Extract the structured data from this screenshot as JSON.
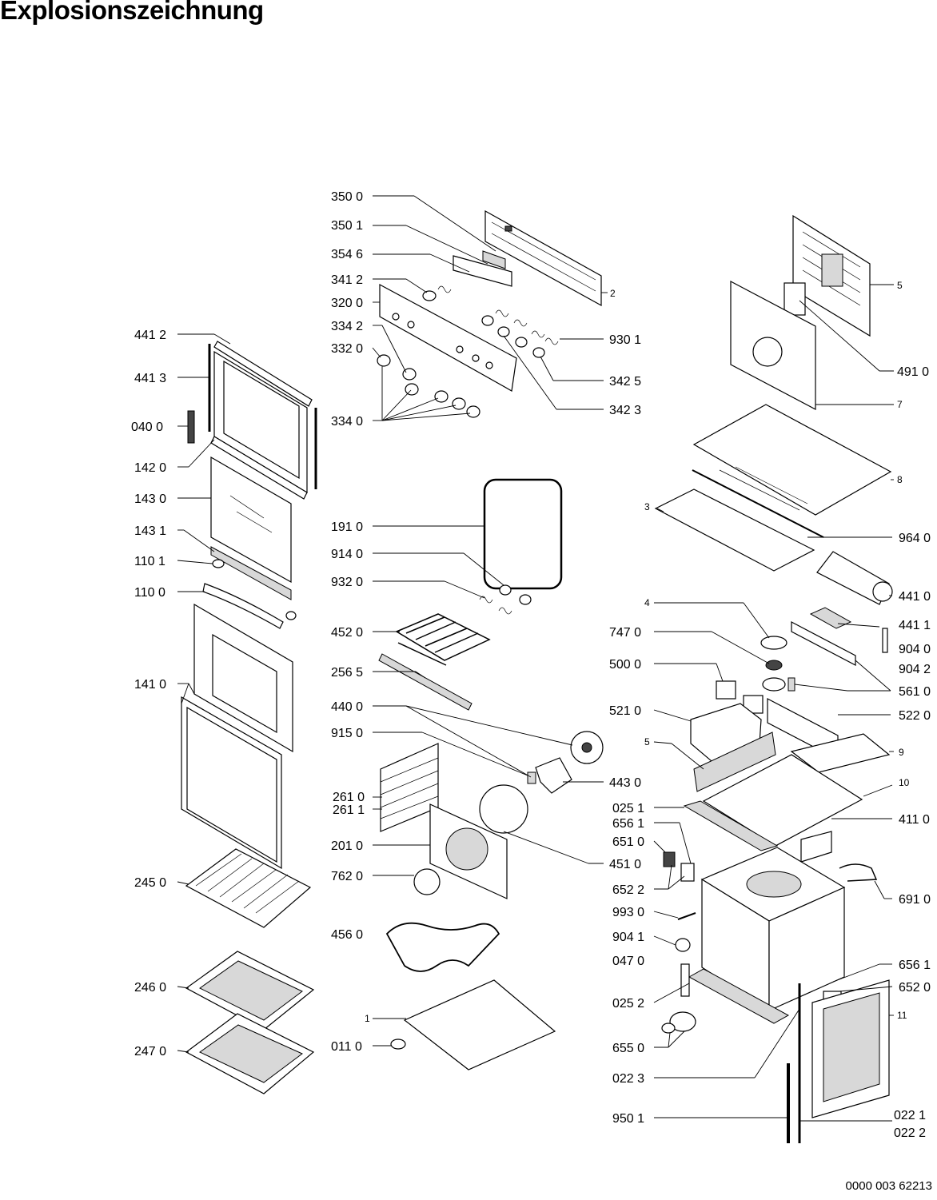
{
  "title": "Explosionszeichnung",
  "document_number": "0000 003 62213",
  "part_labels": [
    "350 0",
    "350 1",
    "354 6",
    "341 2",
    "320 0",
    "334 2",
    "332 0",
    "334 0",
    "930 1",
    "342 5",
    "342 3",
    "2",
    "441 2",
    "441 3",
    "040 0",
    "142 0",
    "143 0",
    "143 1",
    "110 1",
    "110 0",
    "141 0",
    "245 0",
    "246 0",
    "247 0",
    "191 0",
    "914 0",
    "932 0",
    "452 0",
    "256 5",
    "440 0",
    "915 0",
    "443 0",
    "261 0",
    "261 1",
    "201 0",
    "451 0",
    "762 0",
    "456 0",
    "1",
    "011 0",
    "5",
    "491 0",
    "7",
    "8",
    "3",
    "964 0",
    "441 0",
    "441 1",
    "4",
    "904 0",
    "747 0",
    "904 2",
    "500 0",
    "561 0",
    "521 0",
    "522 0",
    "5",
    "9",
    "10",
    "025 1",
    "411 0",
    "656 1",
    "651 0",
    "652 2",
    "691 0",
    "993 0",
    "904 1",
    "047 0",
    "656 1",
    "652 0",
    "025 2",
    "11",
    "655 0",
    "022 3",
    "950 1",
    "022 1",
    "022 2"
  ]
}
